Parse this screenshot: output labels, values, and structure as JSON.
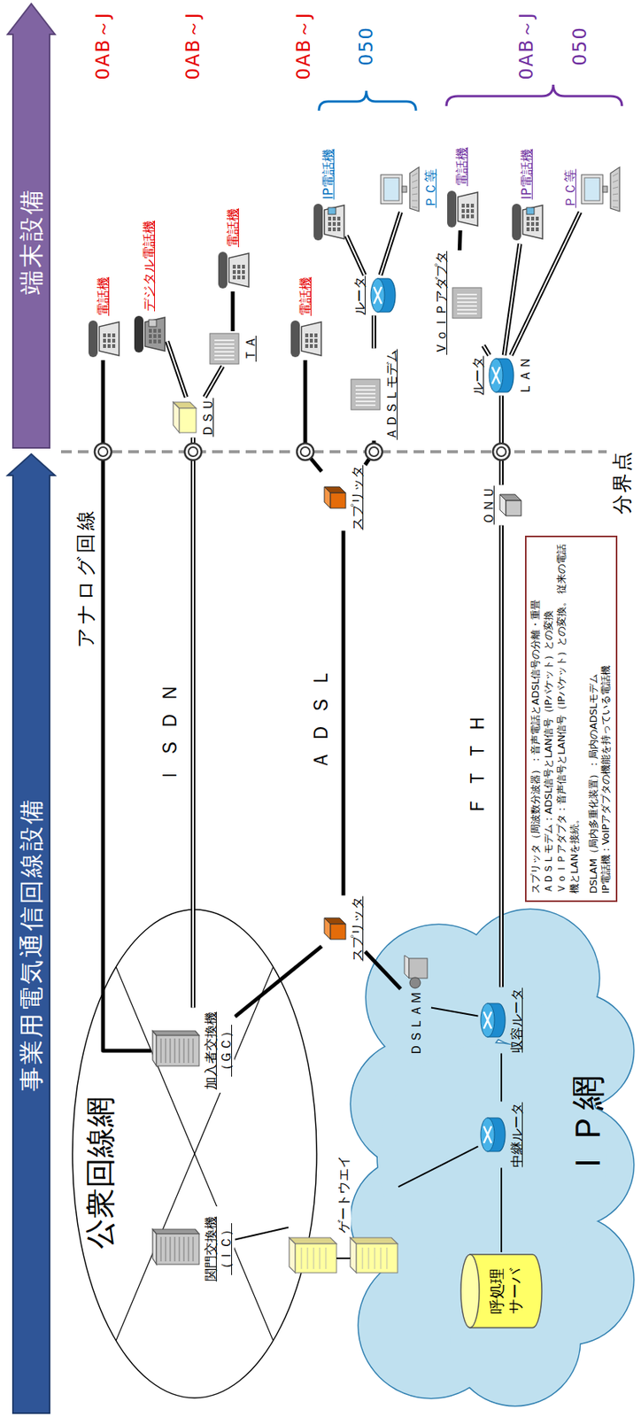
{
  "diagram": {
    "nodes": [
      {
        "text": [
          "事業用電気通信回線設備"
        ]
      },
      {
        "text": [
          "端末設備"
        ]
      },
      {
        "text": [
          "公衆回線網"
        ]
      },
      {
        "text": [
          "関門交換機 （ＩＣ）"
        ],
        "in": 2
      },
      {
        "text": [
          "加入者交換機 （ＧＣ）"
        ],
        "in": 2
      },
      {
        "text": [
          "ゲートウエイ"
        ]
      },
      {
        "text": [
          "ＩＰ網"
        ]
      },
      {
        "text": [
          "呼処理 サーバ"
        ],
        "in": 6
      },
      {
        "text": [
          "中継ルータ"
        ],
        "in": 6
      },
      {
        "text": [
          "収容ルータ"
        ],
        "in": 6
      },
      {
        "text": [
          "ＤＳＬＡＭ"
        ],
        "in": 6
      },
      {
        "text": [
          "スプリッタ"
        ]
      },
      {
        "text": [
          "スプリッタ"
        ]
      },
      {
        "text": [
          "ＯＮＵ"
        ]
      },
      {
        "text": [
          "電話機"
        ]
      },
      {
        "text": [
          "ＤＳＵ"
        ]
      },
      {
        "text": [
          "デジタル電話機"
        ]
      },
      {
        "text": [
          "ＴＡ"
        ]
      },
      {
        "text": [
          "電話機"
        ]
      },
      {
        "text": [
          "電話機"
        ]
      },
      {
        "text": [
          "ＡＤＳＬモデム"
        ]
      },
      {
        "text": [
          "ルータ"
        ]
      },
      {
        "text": [
          "IP電話機"
        ]
      },
      {
        "text": [
          "ＰＣ等"
        ]
      },
      {
        "text": [
          "ルータ",
          "ＬＡＮ"
        ]
      },
      {
        "text": [
          "ＶｏＩＰアダプタ"
        ]
      },
      {
        "text": [
          "電話機"
        ]
      },
      {
        "text": [
          "IP電話機"
        ]
      },
      {
        "text": [
          "ＰＣ等"
        ]
      },
      {
        "text": [
          "スプリッタ（周波数分波器）：音声電話とADSL信号の分離・重畳",
          "ＡＤＳＬモデム：ADSL信号とLAN信号（IPパケット）との変換",
          "ＶｏＩＰアダプタ：音声信号とLAN信号（IPパケット）との変換。 従来の電話機とLANを接続。",
          "DSLAM（局内多重化装置）：局内のADSLモデム",
          "IP電話機：VoIPアダプタの機能を持っている電話機"
        ]
      }
    ],
    "edges": [
      {
        "from": 4,
        "to": 14,
        "arrow": "none",
        "label": "アナログ回線"
      },
      {
        "from": 4,
        "to": 15,
        "arrow": "none",
        "label": "ＩＳＤＮ"
      },
      {
        "from": 15,
        "to": 16,
        "arrow": "none"
      },
      {
        "from": 15,
        "to": 17,
        "arrow": "none"
      },
      {
        "from": 17,
        "to": 18,
        "arrow": "none"
      },
      {
        "from": 4,
        "to": 11,
        "arrow": "none"
      },
      {
        "from": 10,
        "to": 11,
        "arrow": "none"
      },
      {
        "from": 11,
        "to": 12,
        "arrow": "none",
        "label": "ＡＤＳＬ"
      },
      {
        "from": 12,
        "to": 19,
        "arrow": "none"
      },
      {
        "from": 12,
        "to": 20,
        "arrow": "none"
      },
      {
        "from": 20,
        "to": 21,
        "arrow": "none"
      },
      {
        "from": 21,
        "to": 22,
        "arrow": "none"
      },
      {
        "from": 21,
        "to": 23,
        "arrow": "none"
      },
      {
        "from": 7,
        "to": 8,
        "arrow": "none"
      },
      {
        "from": 8,
        "to": 9,
        "arrow": "none"
      },
      {
        "from": 9,
        "to": 10,
        "arrow": "none"
      },
      {
        "from": 3,
        "to": 5,
        "arrow": "none"
      },
      {
        "from": 5,
        "to": 8,
        "arrow": "none"
      },
      {
        "from": 9,
        "to": 13,
        "arrow": "none",
        "label": "ＦＴＴＨ"
      },
      {
        "from": 13,
        "to": 24,
        "arrow": "none"
      },
      {
        "from": 24,
        "to": 25,
        "arrow": "none"
      },
      {
        "from": 25,
        "to": 26,
        "arrow": "none"
      },
      {
        "from": 24,
        "to": 27,
        "arrow": "none"
      },
      {
        "from": 24,
        "to": 28,
        "arrow": "none"
      }
    ],
    "labels": [
      "0AB～J",
      "0AB～J",
      "0AB～J",
      "050",
      "0AB～J",
      "050",
      "分界点"
    ]
  }
}
